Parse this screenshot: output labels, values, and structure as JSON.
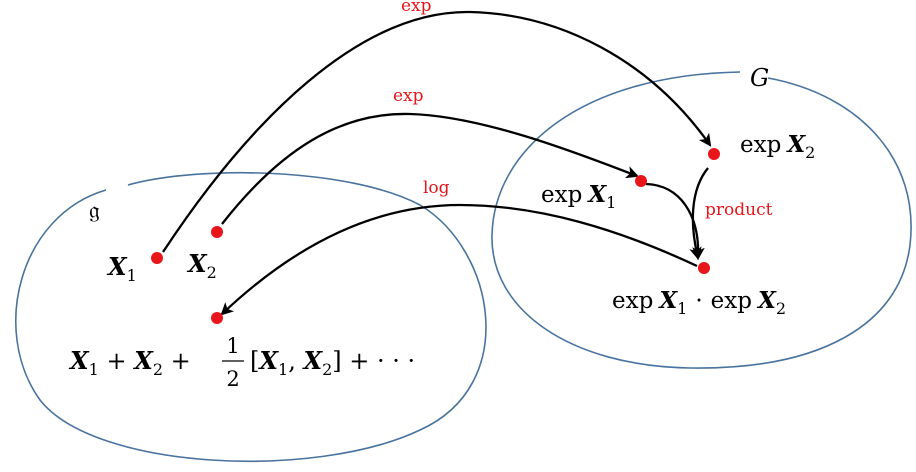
{
  "sets": {
    "lie_algebra_label": "𝔤",
    "group_label": "G"
  },
  "points": {
    "x1": {
      "sym": "X",
      "sub": "1"
    },
    "x2": {
      "sym": "X",
      "sub": "2"
    },
    "exp_x1": {
      "op": "exp",
      "sym": "X",
      "sub": "1"
    },
    "exp_x2": {
      "op": "exp",
      "sym": "X",
      "sub": "2"
    },
    "product_result": {
      "op1": "exp",
      "sym1": "X",
      "sub1": "1",
      "dot": "·",
      "op2": "exp",
      "sym2": "X",
      "sub2": "2"
    },
    "bch": {
      "s1": "X",
      "sub1": "1",
      "plus1": " + ",
      "s2": "X",
      "sub2": "2",
      "plus2": " + ",
      "frac_num": "1",
      "frac_den": "2",
      "bracket_open": "[",
      "s3": "X",
      "sub3": "1",
      "comma": ", ",
      "s4": "X",
      "sub4": "2",
      "bracket_close": "]",
      "tail": " + · · ·"
    }
  },
  "arrows": {
    "exp_top_label": "exp",
    "exp_mid_label": "exp",
    "log_label": "log",
    "product_label": "product"
  },
  "colors": {
    "point": "#e8151b",
    "label": "#e8151b",
    "set_outline": "#49739e",
    "arrow": "#000000"
  }
}
